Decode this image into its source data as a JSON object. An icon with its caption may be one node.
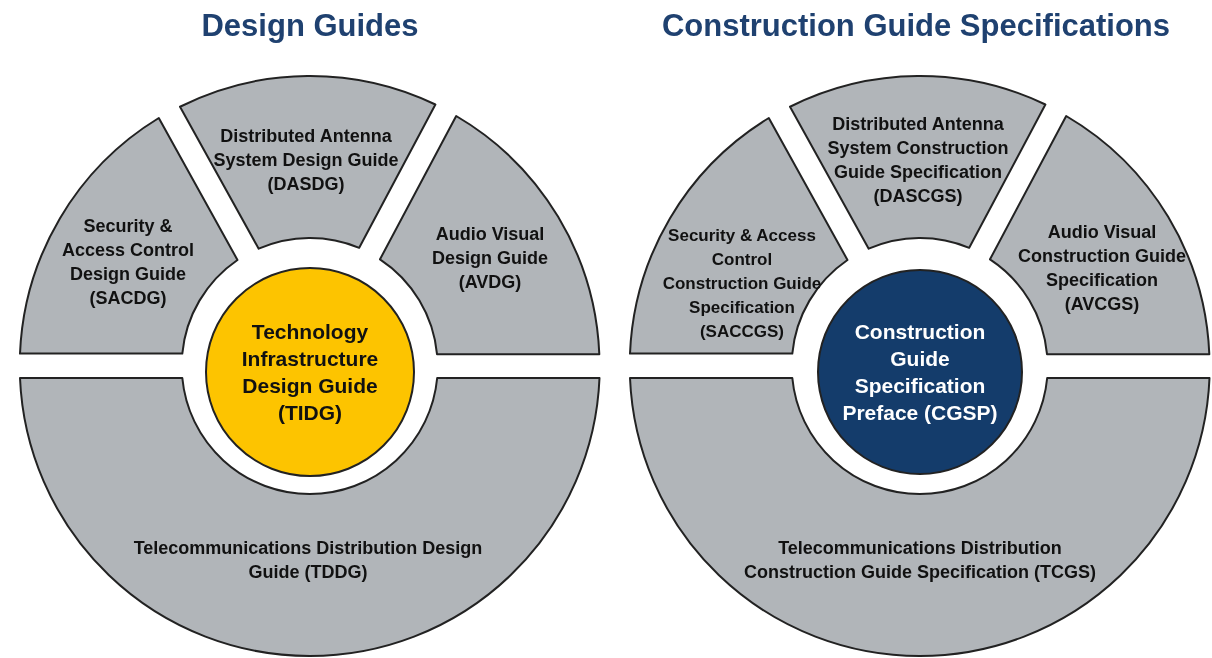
{
  "diagram": {
    "nodes": [
      {
        "text": [
          "Security & Access Control Design Guide (SACDG)"
        ]
      },
      {
        "text": [
          "Distributed Antenna System Design Guide (DASDG)"
        ]
      },
      {
        "text": [
          "Audio Visual Design Guide (AVDG)"
        ]
      },
      {
        "text": [
          "Technology Infrastructure Design Guide (TIDG)"
        ]
      },
      {
        "text": [
          "Telecommunications Distribution Design Guide (TDDG)"
        ]
      },
      {
        "text": [
          "Security & Access Control Construction Guide Specification (SACCGS)"
        ]
      },
      {
        "text": [
          "Distributed Antenna System Construction Guide Specification (DASCGS)"
        ]
      },
      {
        "text": [
          "Audio Visual Construction Guide Specification (AVCGS)"
        ]
      },
      {
        "text": [
          "Construction Guide Specification Preface (CGSP)"
        ]
      },
      {
        "text": [
          "Telecommunications Distribution Construction Guide Specification (TCGS)"
        ]
      }
    ],
    "labels": [
      "Design Guides",
      "Construction Guide Specifications"
    ]
  }
}
